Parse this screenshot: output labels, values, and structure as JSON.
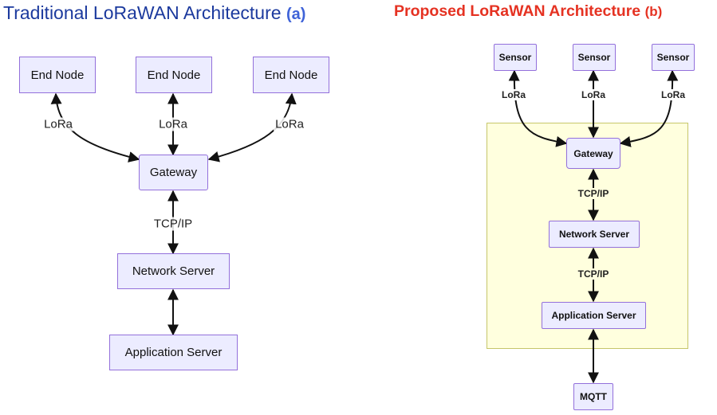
{
  "diagram_a": {
    "title": "Traditional LoRaWAN Architecture",
    "tag": "(a)",
    "end_nodes": [
      "End Node",
      "End Node",
      "End Node"
    ],
    "gateway": "Gateway",
    "network_server": "Network Server",
    "application_server": "Application Server",
    "edge_labels": {
      "lora": "LoRa",
      "tcp_ip": "TCP/IP"
    }
  },
  "diagram_b": {
    "title": "Proposed LoRaWAN Architecture",
    "tag": "(b)",
    "sensors": [
      "Sensor",
      "Sensor",
      "Sensor"
    ],
    "gateway": "Gateway",
    "network_server": "Network Server",
    "application_server": "Application Server",
    "mqtt": "MQTT",
    "edge_labels": {
      "lora": "LoRa",
      "tcp_ip_1": "TCP/IP",
      "tcp_ip_2": "TCP/IP"
    }
  },
  "colors": {
    "node_fill": "#ececff",
    "node_border": "#9370db",
    "cluster_fill": "#ffffde",
    "cluster_border": "#c6c66a",
    "title_a": "#1c3a9e",
    "title_b": "#e53222",
    "edge": "#111111"
  }
}
